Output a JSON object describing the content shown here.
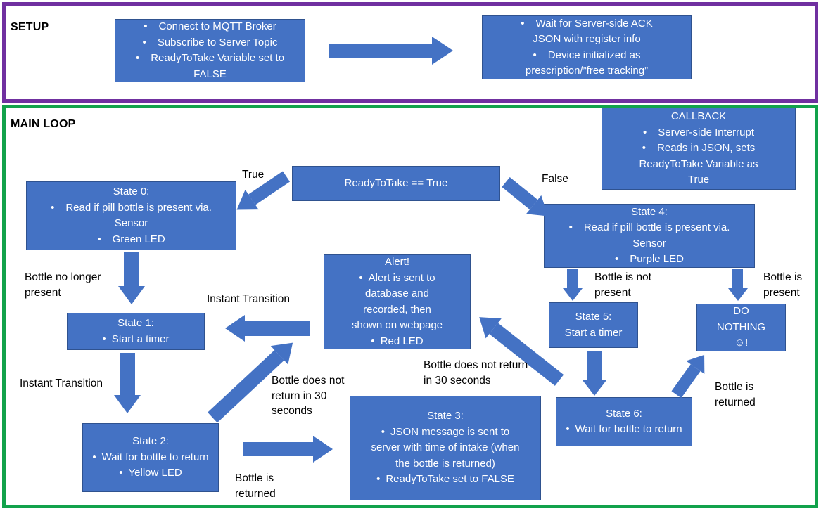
{
  "colors": {
    "box_fill": "#4472C4",
    "box_border": "#2F528F",
    "arrow_fill": "#4472C4",
    "setup_border": "#7030A0",
    "main_border": "#12A24B",
    "background": "#FFFFFF",
    "box_text": "#FFFFFF",
    "label_text": "#000000"
  },
  "bullet": "•",
  "setup": {
    "label": "SETUP",
    "init_box": {
      "bullets": [
        "Connect to MQTT Broker",
        "Subscribe to Server Topic",
        "ReadyToTake Variable set to FALSE"
      ]
    },
    "ack_box": {
      "bullets": [
        "Wait for Server-side ACK JSON with register info",
        "Device initialized as prescription/”free tracking”"
      ]
    }
  },
  "main": {
    "label": "MAIN LOOP",
    "callback": {
      "title": "CALLBACK",
      "bullets": [
        "Server-side Interrupt",
        "Reads in JSON, sets ReadyToTake Variable as True"
      ]
    },
    "decision": {
      "text": "ReadyToTake == True"
    },
    "state0": {
      "title": "State 0:",
      "bullets": [
        "Read if pill bottle is present via. Sensor",
        "Green LED"
      ]
    },
    "state1": {
      "title": "State 1:",
      "bullets": [
        "Start a timer"
      ]
    },
    "state2": {
      "title": "State 2:",
      "bullets": [
        "Wait for bottle to return",
        "Yellow LED"
      ]
    },
    "alert": {
      "title": "Alert!",
      "bullets": [
        "Alert is sent to database and recorded, then shown on webpage",
        "Red LED"
      ]
    },
    "state3": {
      "title": "State 3:",
      "bullets": [
        "JSON message is sent to server with time of intake (when the bottle is returned)",
        "ReadyToTake set to FALSE"
      ]
    },
    "state4": {
      "title": "State 4:",
      "bullets": [
        "Read if pill bottle is present via. Sensor",
        "Purple LED"
      ]
    },
    "state5": {
      "title": "State 5:",
      "line": "Start a timer"
    },
    "state6": {
      "title": "State 6:",
      "bullets": [
        "Wait for bottle to return"
      ]
    },
    "do_nothing": {
      "text": "DO NOTHING ☺!"
    }
  },
  "edge_labels": {
    "true_branch": "True",
    "false_branch": "False",
    "bottle_no_longer_present": "Bottle no longer present",
    "instant_transition_a": "Instant Transition",
    "instant_transition_b": "Instant Transition",
    "no_return_30s_left": "Bottle does not return in 30 seconds",
    "bottle_returned_left": "Bottle is returned",
    "no_return_30s_right": "Bottle does not return in 30 seconds",
    "bottle_not_present": "Bottle is not present",
    "bottle_present": "Bottle is present",
    "bottle_returned_right": "Bottle is returned"
  }
}
